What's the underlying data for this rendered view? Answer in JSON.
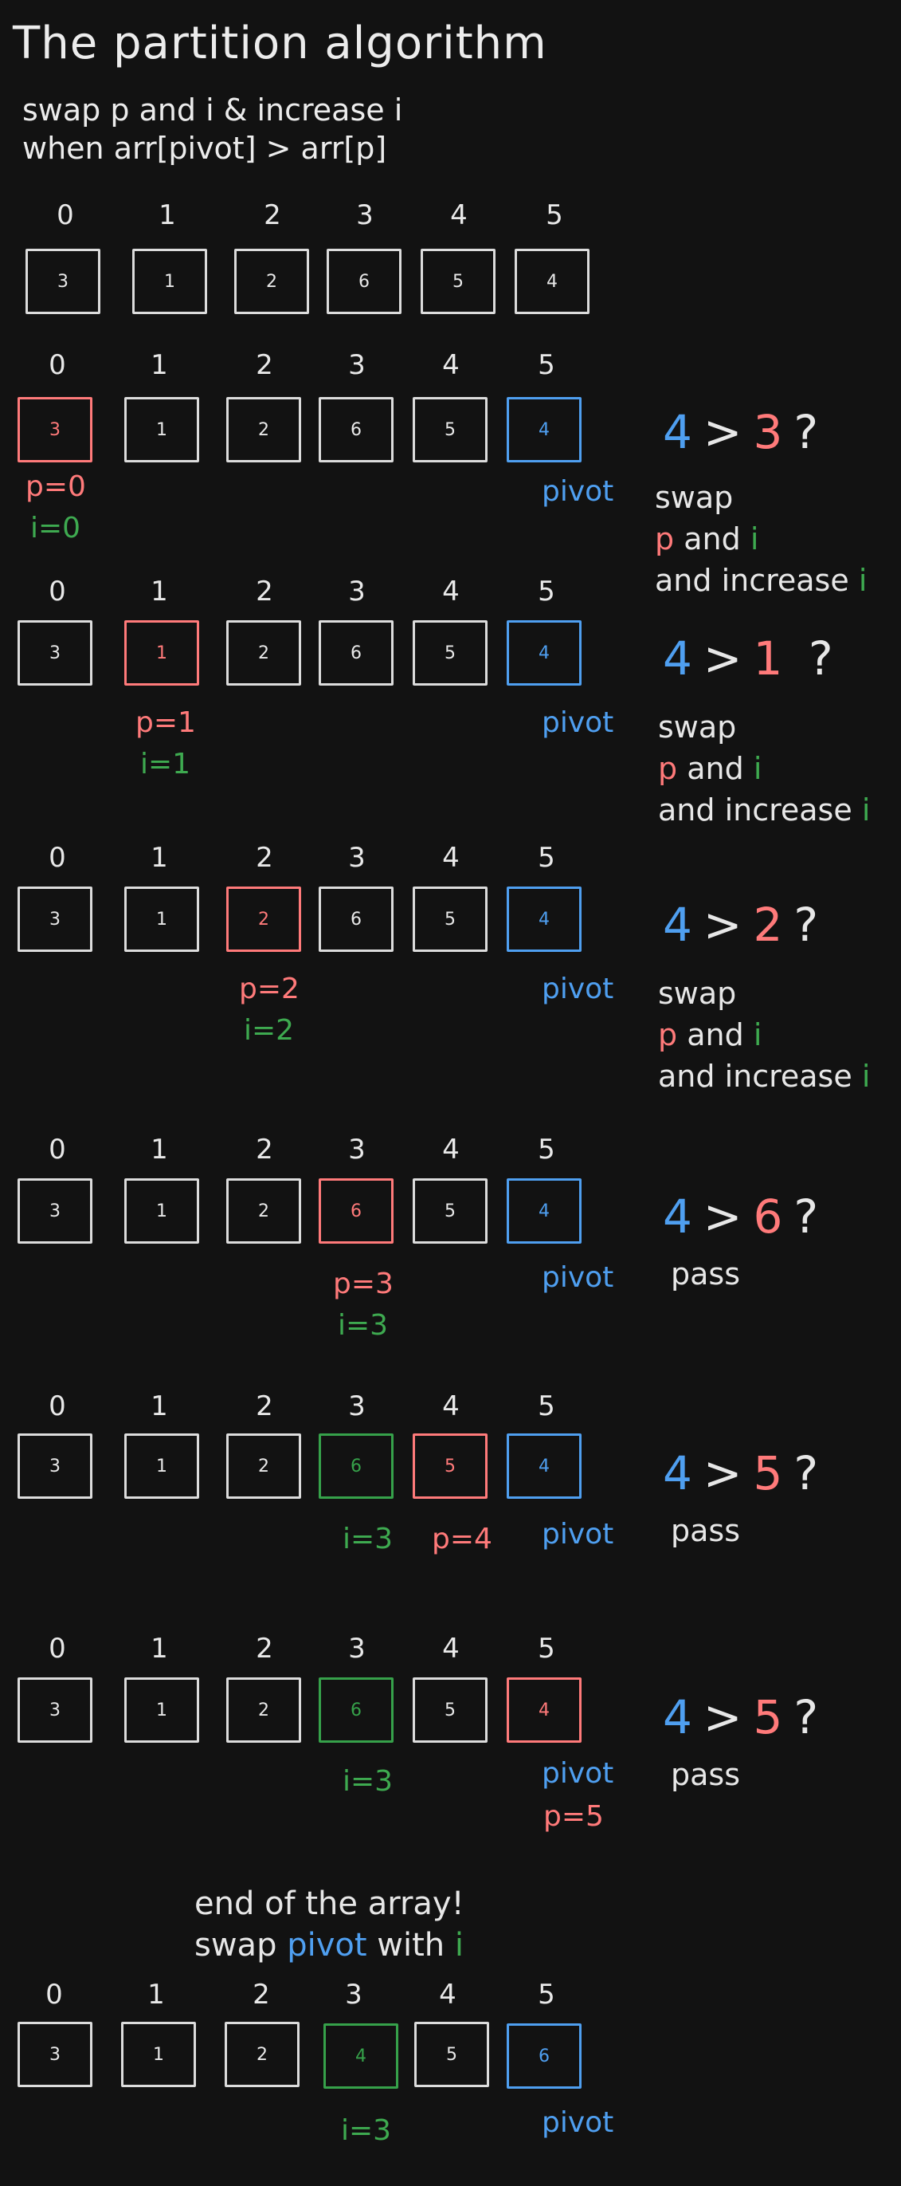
{
  "title": "The partition algorithm",
  "intro": {
    "line1": "swap p and i & increase i",
    "line2": "when arr[pivot] > arr[p]"
  },
  "initial": {
    "indices": [
      "0",
      "1",
      "2",
      "3",
      "4",
      "5"
    ],
    "values": [
      "3",
      "1",
      "2",
      "6",
      "5",
      "4"
    ]
  },
  "steps": [
    {
      "indices": [
        "0",
        "1",
        "2",
        "3",
        "4",
        "5"
      ],
      "values": [
        "3",
        "1",
        "2",
        "6",
        "5",
        "4"
      ],
      "p_label": "p=0",
      "i_label": "i=0",
      "pivot_label": "pivot",
      "cmp_left": "4",
      "cmp_op": ">",
      "cmp_right": "3",
      "cmp_q": "?",
      "action": "swap",
      "action_p": "p",
      "action_and": "and",
      "action_i": "i",
      "action_inc": "and increase",
      "action_inc_i": "i"
    },
    {
      "indices": [
        "0",
        "1",
        "2",
        "3",
        "4",
        "5"
      ],
      "values": [
        "3",
        "1",
        "2",
        "6",
        "5",
        "4"
      ],
      "p_label": "p=1",
      "i_label": "i=1",
      "pivot_label": "pivot",
      "cmp_left": "4",
      "cmp_op": ">",
      "cmp_right": "1",
      "cmp_q": "?",
      "action": "swap",
      "action_p": "p",
      "action_and": "and",
      "action_i": "i",
      "action_inc": "and increase",
      "action_inc_i": "i"
    },
    {
      "indices": [
        "0",
        "1",
        "2",
        "3",
        "4",
        "5"
      ],
      "values": [
        "3",
        "1",
        "2",
        "6",
        "5",
        "4"
      ],
      "p_label": "p=2",
      "i_label": "i=2",
      "pivot_label": "pivot",
      "cmp_left": "4",
      "cmp_op": ">",
      "cmp_right": "2",
      "cmp_q": "?",
      "action": "swap",
      "action_p": "p",
      "action_and": "and",
      "action_i": "i",
      "action_inc": "and increase",
      "action_inc_i": "i"
    },
    {
      "indices": [
        "0",
        "1",
        "2",
        "3",
        "4",
        "5"
      ],
      "values": [
        "3",
        "1",
        "2",
        "6",
        "5",
        "4"
      ],
      "p_label": "p=3",
      "i_label": "i=3",
      "pivot_label": "pivot",
      "cmp_left": "4",
      "cmp_op": ">",
      "cmp_right": "6",
      "cmp_q": "?",
      "action": "pass"
    },
    {
      "indices": [
        "0",
        "1",
        "2",
        "3",
        "4",
        "5"
      ],
      "values": [
        "3",
        "1",
        "2",
        "6",
        "5",
        "4"
      ],
      "p_label": "p=4",
      "i_label": "i=3",
      "pivot_label": "pivot",
      "cmp_left": "4",
      "cmp_op": ">",
      "cmp_right": "5",
      "cmp_q": "?",
      "action": "pass"
    },
    {
      "indices": [
        "0",
        "1",
        "2",
        "3",
        "4",
        "5"
      ],
      "values": [
        "3",
        "1",
        "2",
        "6",
        "5",
        "4"
      ],
      "p_label": "p=5",
      "i_label": "i=3",
      "pivot_label": "pivot",
      "cmp_left": "4",
      "cmp_op": ">",
      "cmp_right": "5",
      "cmp_q": "?",
      "action": "pass"
    }
  ],
  "end": {
    "line1": "end of the array!",
    "line2_a": "swap",
    "line2_pivot": "pivot",
    "line2_b": "with",
    "line2_i": "i",
    "indices": [
      "0",
      "1",
      "2",
      "3",
      "4",
      "5"
    ],
    "values": [
      "3",
      "1",
      "2",
      "4",
      "5",
      "6"
    ],
    "i_label": "i=3",
    "pivot_label": "pivot"
  },
  "colors": {
    "background": "#121212",
    "p": "#ff7a7a",
    "pivot": "#4f9ff0",
    "i": "#3eaa50",
    "text": "#e7e7e7"
  }
}
